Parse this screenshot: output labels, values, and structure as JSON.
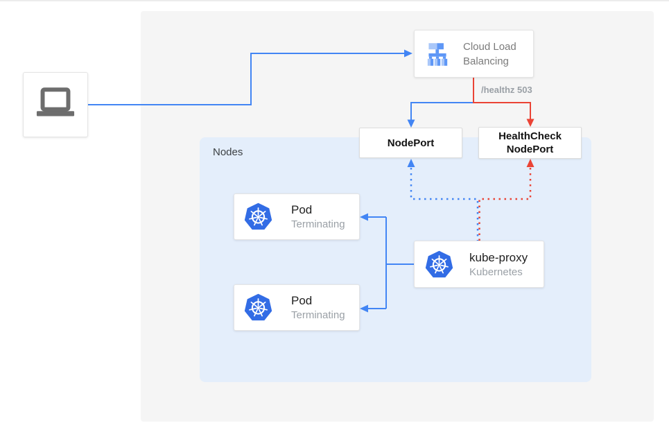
{
  "diagram": {
    "client": {
      "icon": "laptop-icon"
    },
    "load_balancer": {
      "label": "Cloud Load Balancing",
      "icon": "cloud-load-balancing-icon"
    },
    "edge_label": "/healthz 503",
    "nodes_container": {
      "label": "Nodes"
    },
    "nodeport": {
      "label": "NodePort"
    },
    "healthcheck_nodeport": {
      "label": "HealthCheck NodePort"
    },
    "pods": [
      {
        "title": "Pod",
        "subtitle": "Terminating",
        "icon": "kubernetes-icon"
      },
      {
        "title": "Pod",
        "subtitle": "Terminating",
        "icon": "kubernetes-icon"
      }
    ],
    "kube_proxy": {
      "title": "kube-proxy",
      "subtitle": "Kubernetes",
      "icon": "kubernetes-icon"
    },
    "colors": {
      "edge_blue": "#4285f4",
      "edge_red": "#ea4335",
      "kubernetes_blue": "#326ce5",
      "panel_gray": "#f5f5f5",
      "nodes_background": "#e4eefb",
      "laptop_gray": "#6d6d6d"
    }
  }
}
